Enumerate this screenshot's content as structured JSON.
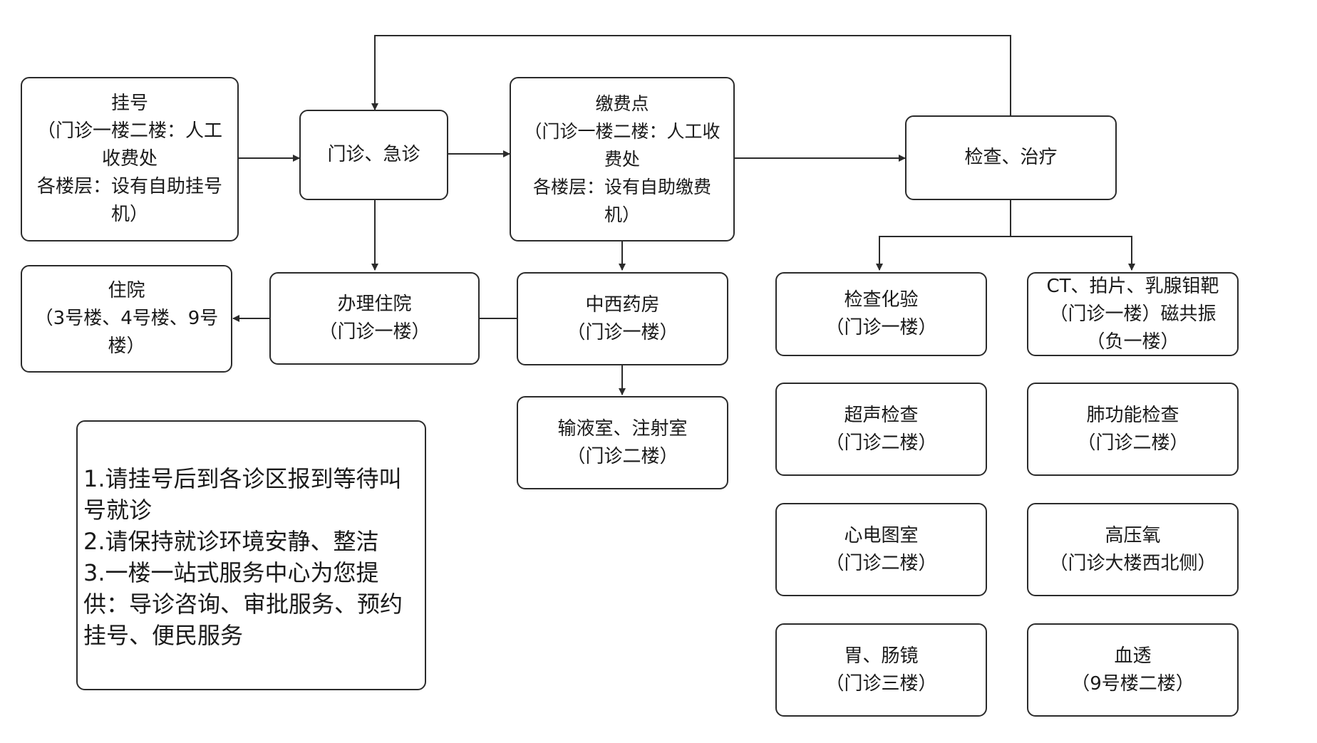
{
  "nodes": {
    "register": [
      "挂号",
      "（门诊一楼二楼：人工",
      "收费处",
      "各楼层：设有自助挂号",
      "机）"
    ],
    "clinic": [
      "门诊、急诊"
    ],
    "payment": [
      "缴费点",
      "（门诊一楼二楼：人工收",
      "费处",
      "各楼层：设有自助缴费",
      "机）"
    ],
    "exam_treat": [
      "检查、治疗"
    ],
    "inpatient": [
      "住院",
      "（3号楼、4号楼、9号",
      "楼）"
    ],
    "admission": [
      "办理住院",
      "（门诊一楼）"
    ],
    "pharmacy": [
      "中西药房",
      "（门诊一楼）"
    ],
    "infusion": [
      "输液室、注射室",
      "（门诊二楼）"
    ],
    "lab": [
      "检查化验",
      "（门诊一楼）"
    ],
    "ct": [
      "CT、拍片、乳腺钼靶",
      "（门诊一楼）磁共振",
      "（负一楼）"
    ],
    "ultrasound": [
      "超声检查",
      "（门诊二楼）"
    ],
    "lung": [
      "肺功能检查",
      "（门诊二楼）"
    ],
    "ecg": [
      "心电图室",
      "（门诊二楼）"
    ],
    "oxygen": [
      "高压氧",
      "（门诊大楼西北侧）"
    ],
    "endoscopy": [
      "胃、肠镜",
      "（门诊三楼）"
    ],
    "dialysis": [
      "血透",
      "（9号楼二楼）"
    ]
  },
  "notes": [
    "1.请挂号后到各诊区报到等待叫",
    "号就诊",
    "2.请保持就诊环境安静、整洁",
    "3.一楼一站式服务中心为您提",
    "供：导诊咨询、审批服务、预约",
    "挂号、便民服务"
  ],
  "colors": {
    "line": "#2b2b2b",
    "text": "#1a1a1a",
    "background": "#ffffff"
  }
}
